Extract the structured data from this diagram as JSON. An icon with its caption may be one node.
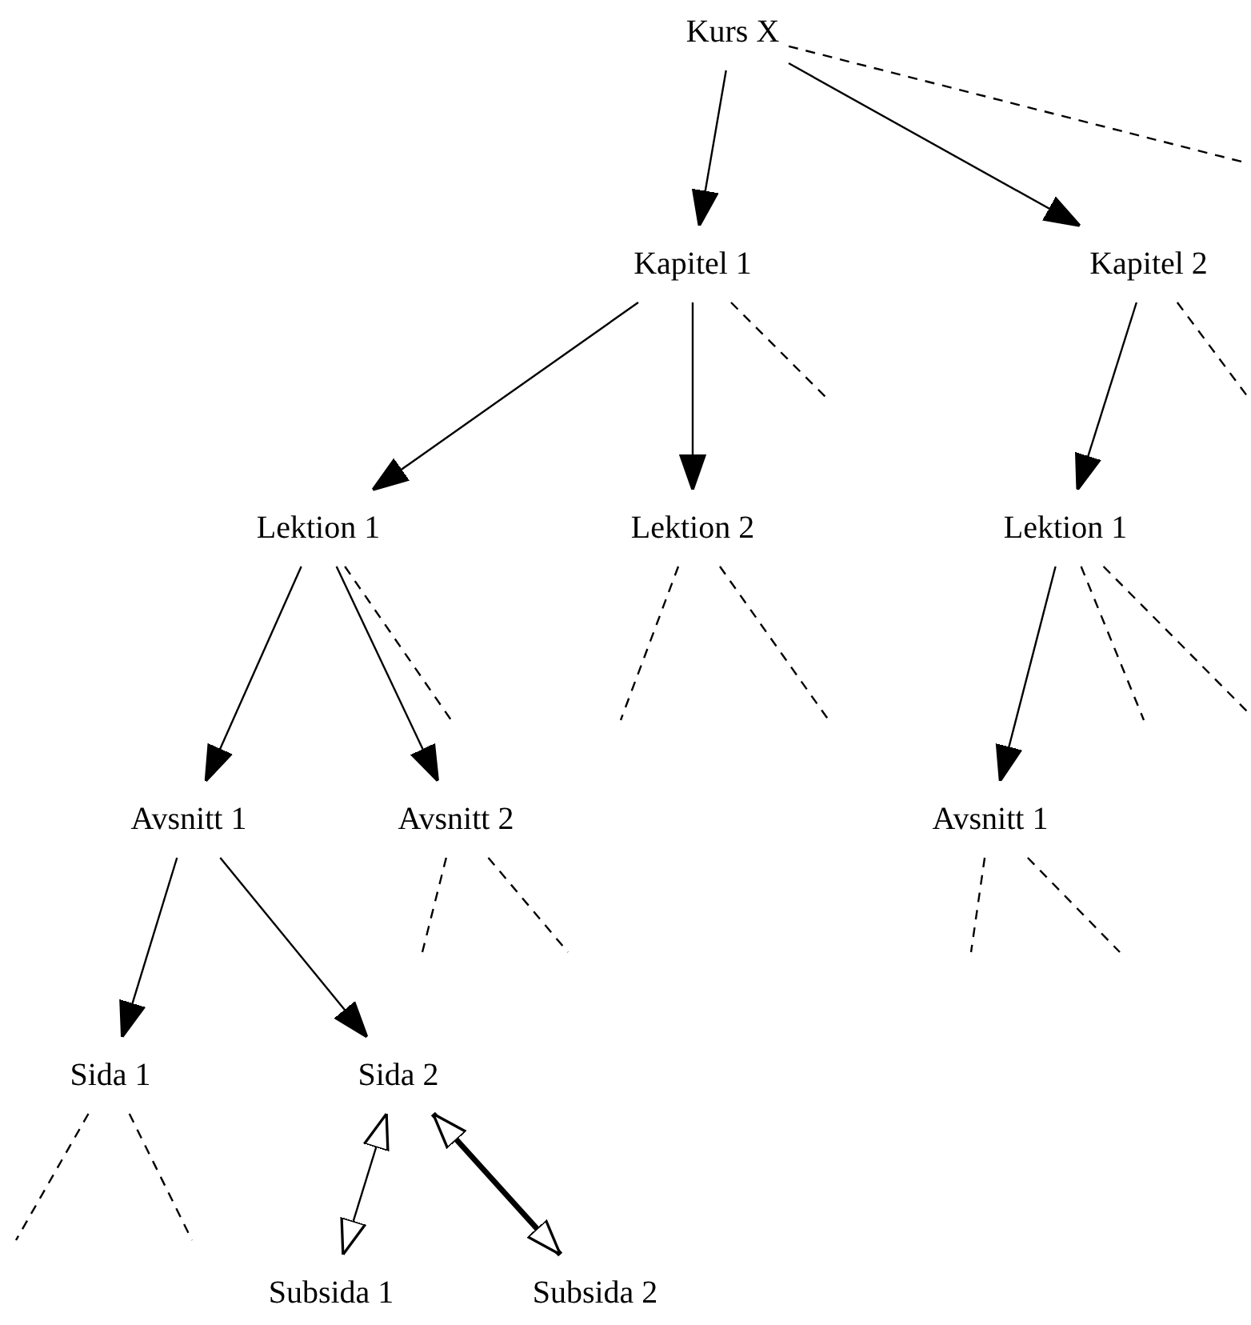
{
  "diagram": {
    "nodes": [
      {
        "text": [
          "Kurs X"
        ]
      },
      {
        "text": [
          "Kapitel 1"
        ]
      },
      {
        "text": [
          "Kapitel 2"
        ]
      },
      {
        "text": [
          "Lektion 1"
        ]
      },
      {
        "text": [
          "Lektion 2"
        ]
      },
      {
        "text": [
          "Lektion 1"
        ]
      },
      {
        "text": [
          "Avsnitt 1"
        ]
      },
      {
        "text": [
          "Avsnitt 2"
        ]
      },
      {
        "text": [
          "Avsnitt 1"
        ]
      },
      {
        "text": [
          "Sida 1"
        ]
      },
      {
        "text": [
          "Sida 2"
        ]
      },
      {
        "text": [
          "Subsida 1"
        ]
      },
      {
        "text": [
          "Subsida 2"
        ]
      }
    ],
    "edges": [
      {
        "from": 0,
        "to": 1,
        "arrow": "to"
      },
      {
        "from": 0,
        "to": 2,
        "arrow": "to"
      },
      {
        "from": 0,
        "to": null,
        "arrow": "none",
        "style": "dashed"
      },
      {
        "from": 1,
        "to": 3,
        "arrow": "to"
      },
      {
        "from": 1,
        "to": 4,
        "arrow": "to"
      },
      {
        "from": 1,
        "to": null,
        "arrow": "none",
        "style": "dashed"
      },
      {
        "from": 2,
        "to": 5,
        "arrow": "to"
      },
      {
        "from": 2,
        "to": null,
        "arrow": "none",
        "style": "dashed"
      },
      {
        "from": 3,
        "to": 6,
        "arrow": "to"
      },
      {
        "from": 3,
        "to": 7,
        "arrow": "to"
      },
      {
        "from": 3,
        "to": null,
        "arrow": "none",
        "style": "dashed"
      },
      {
        "from": 4,
        "to": null,
        "arrow": "none",
        "style": "dashed"
      },
      {
        "from": 4,
        "to": null,
        "arrow": "none",
        "style": "dashed"
      },
      {
        "from": 5,
        "to": 8,
        "arrow": "to"
      },
      {
        "from": 5,
        "to": null,
        "arrow": "none",
        "style": "dashed"
      },
      {
        "from": 5,
        "to": null,
        "arrow": "none",
        "style": "dashed"
      },
      {
        "from": 6,
        "to": 9,
        "arrow": "to"
      },
      {
        "from": 6,
        "to": 10,
        "arrow": "to"
      },
      {
        "from": 7,
        "to": null,
        "arrow": "none",
        "style": "dashed"
      },
      {
        "from": 7,
        "to": null,
        "arrow": "none",
        "style": "dashed"
      },
      {
        "from": 8,
        "to": null,
        "arrow": "none",
        "style": "dashed"
      },
      {
        "from": 8,
        "to": null,
        "arrow": "none",
        "style": "dashed"
      },
      {
        "from": 9,
        "to": null,
        "arrow": "none",
        "style": "dashed"
      },
      {
        "from": 9,
        "to": null,
        "arrow": "none",
        "style": "dashed"
      },
      {
        "from": 10,
        "to": 11,
        "arrow": "both"
      },
      {
        "from": 10,
        "to": 12,
        "arrow": "both",
        "style": "thick"
      }
    ]
  }
}
